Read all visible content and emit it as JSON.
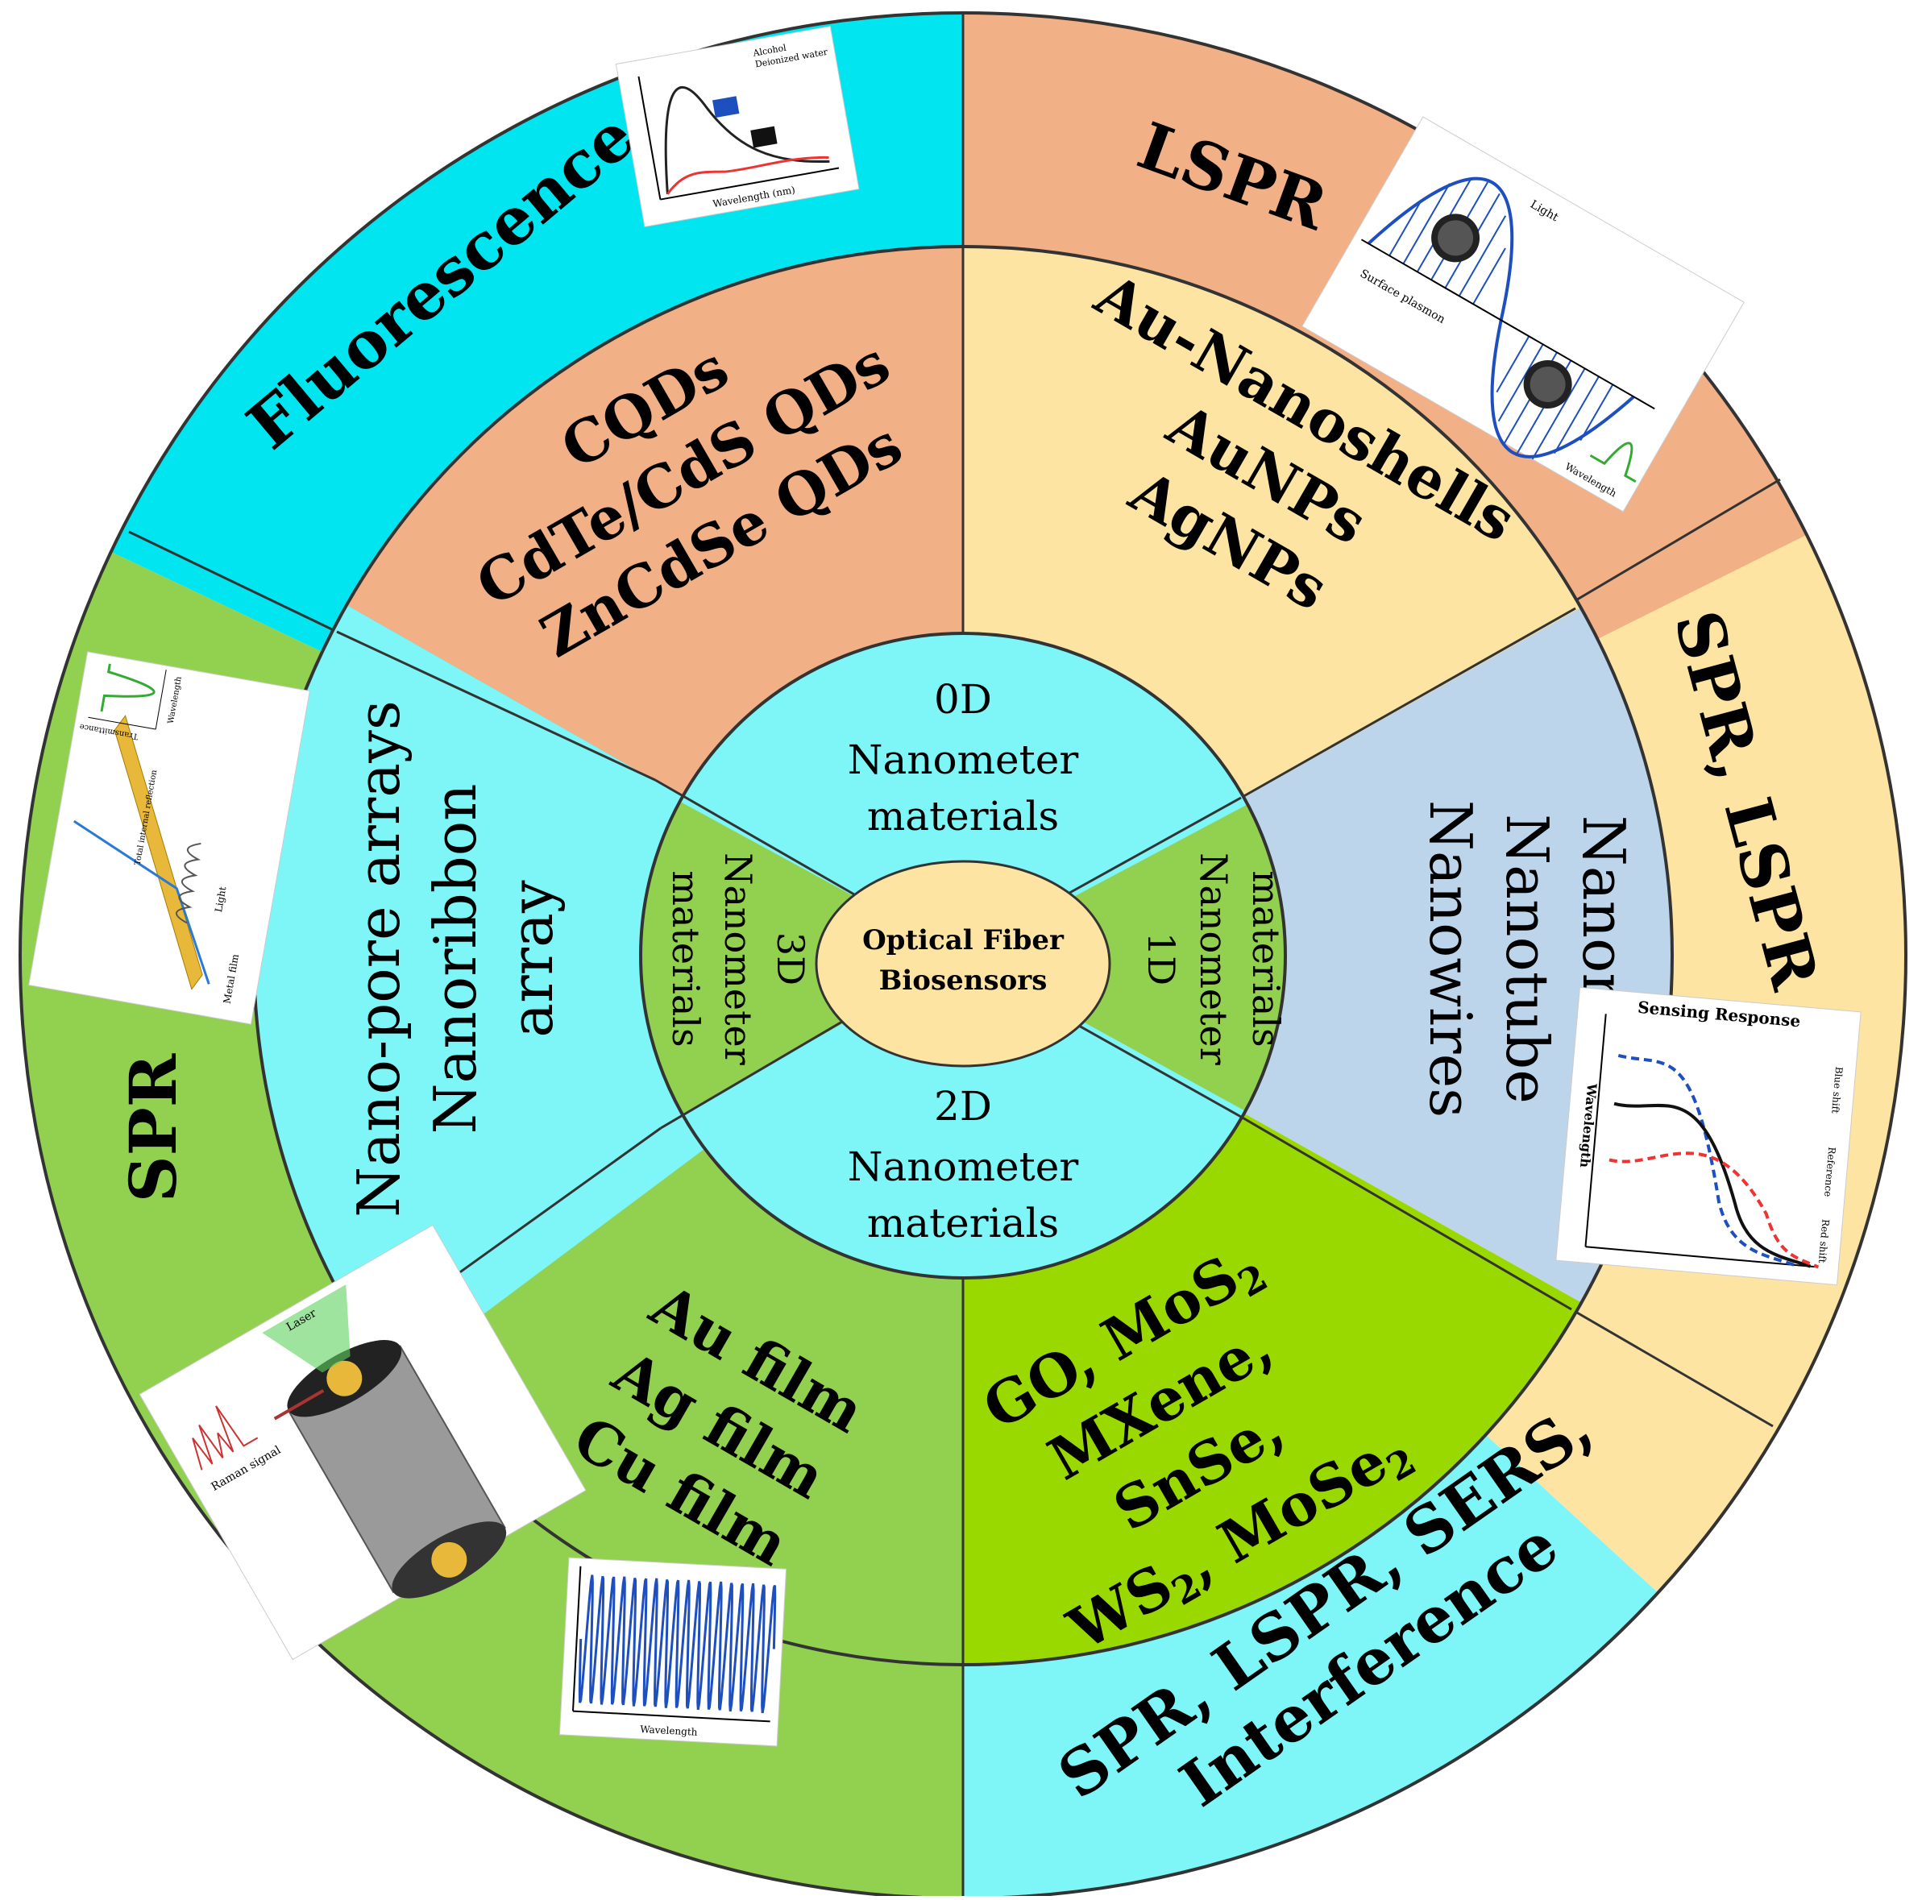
{
  "center": {
    "line1": "Optical Fiber",
    "line2": "Biosensors"
  },
  "inner_ring": {
    "d0": {
      "dim": "0D",
      "line1": "Nanometer",
      "line2": "materials"
    },
    "d1": {
      "dim": "1D",
      "line1": "Nanometer",
      "line2": "materials"
    },
    "d2": {
      "dim": "2D",
      "line1": "Nanometer",
      "line2": "materials"
    },
    "d3": {
      "dim": "3D",
      "line1": "Nanometer",
      "line2": "materials"
    }
  },
  "middle_ring": {
    "quantum_dots": [
      "CQDs",
      "CdTe/CdS QDs",
      "ZnCdSe QDs"
    ],
    "gold_particles": [
      "Au-Nanoshells",
      "AuNPs",
      "AgNPs"
    ],
    "one_d": [
      "Nanowires",
      "Nanotube",
      "Nanorods"
    ],
    "two_d": {
      "line1": "GO, MoS",
      "line1_sub": "2",
      "line2": "MXene,",
      "line3": "SnSe,",
      "line4_a": "WS",
      "line4_sub1": "2",
      "line4_b": ", MoSe",
      "line4_sub2": "2"
    },
    "films": [
      "Au film",
      "Ag film",
      "Cu film"
    ],
    "arrays": [
      "Nano-pore arrays",
      "Nanoribbon",
      "array"
    ]
  },
  "outer_ring": {
    "fluorescence": "Fluorescence",
    "lspr": "LSPR",
    "spr_lspr": "SPR, LSPR",
    "bottom_line1": "SPR, LSPR, SERS,",
    "bottom_line2": "Interference",
    "spr": "SPR"
  },
  "thumbnails": {
    "fluorescence_plot": {
      "legend1": "Alcohol",
      "legend2": "Deionized water",
      "xlabel": "Wavelength (nm)"
    },
    "lspr_wave": {
      "label1": "Light",
      "label2": "Surface plasmon",
      "label3": "Wavelength"
    },
    "sensing_response": {
      "title": "Sensing Response",
      "l1": "Blue shift",
      "l2": "Reference",
      "l3": "Red shift",
      "axis": "Wavelength"
    },
    "spr_film": {
      "label1": "Metal film",
      "label2": "Light",
      "label3": "Total internal reflection",
      "label4": "Wavelength",
      "label5": "Transmittance"
    },
    "raman": {
      "label1": "Laser",
      "label2": "Raman signal"
    },
    "interference": {
      "xlabel": "Wavelength"
    }
  },
  "colors": {
    "cyan_strong": "#00e5ef",
    "cyan_light": "#7ef5f7",
    "salmon": "#f2b087",
    "peach": "#fde4a3",
    "blue_grey": "#bdd5ea",
    "green": "#92d050",
    "lime": "#99d900",
    "center": "#fde4a3"
  }
}
